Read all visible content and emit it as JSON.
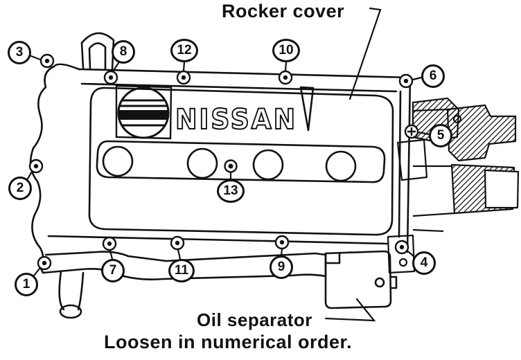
{
  "diagram": {
    "rocker_cover_label": "Rocker cover",
    "oil_separator_label": "Oil separator",
    "instruction": "Loosen in numerical order.",
    "brand": "NISSAN",
    "line_color": "#111111",
    "background_color": "#ffffff",
    "callouts": [
      {
        "label": "1"
      },
      {
        "label": "2"
      },
      {
        "label": "3"
      },
      {
        "label": "4"
      },
      {
        "label": "5"
      },
      {
        "label": "6"
      },
      {
        "label": "7"
      },
      {
        "label": "8"
      },
      {
        "label": "9"
      },
      {
        "label": "10"
      },
      {
        "label": "11"
      },
      {
        "label": "12"
      },
      {
        "label": "13"
      }
    ]
  }
}
